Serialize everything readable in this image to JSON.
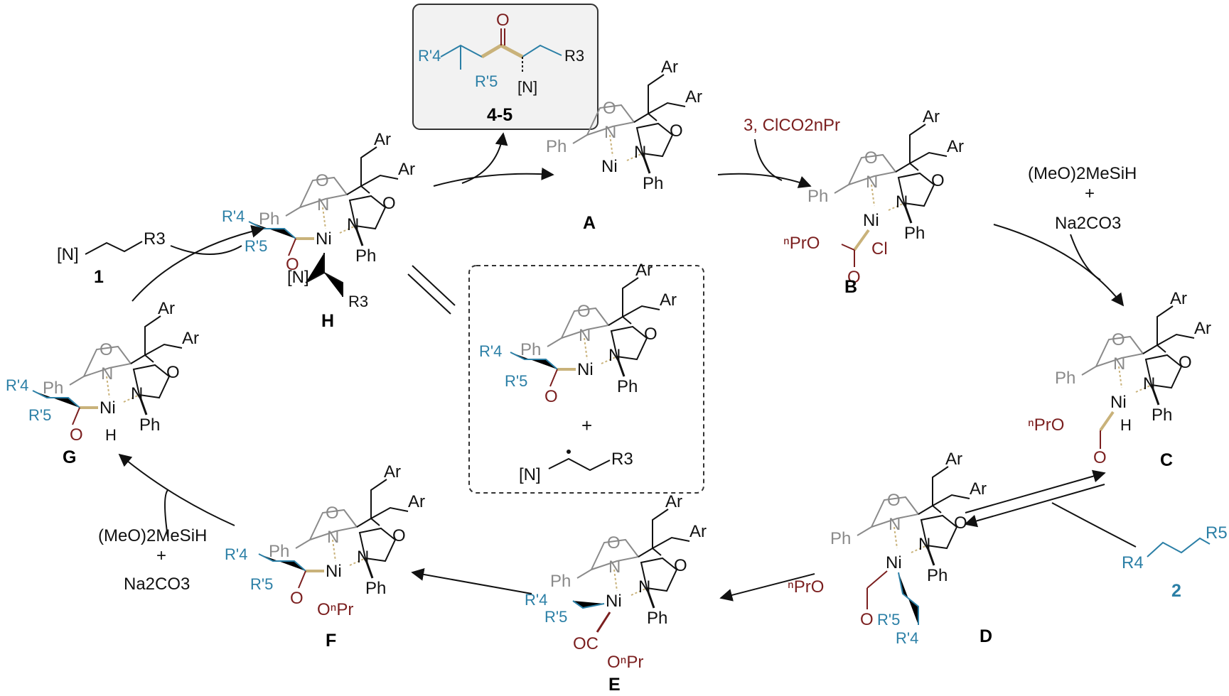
{
  "product": {
    "label": "4-5",
    "r4": "R'4",
    "r5": "R'5",
    "n": "[N]",
    "o": "O",
    "r3": "R3"
  },
  "intermediates": {
    "A": "A",
    "B": "B",
    "C": "C",
    "D": "D",
    "E": "E",
    "F": "F",
    "G": "G",
    "H": "H"
  },
  "reagents": {
    "step_ab": "3, ClCO2nPr",
    "step_bc_silane": "(MeO)2MeSiH",
    "step_bc_plus": "+",
    "step_bc_base": "Na2CO3",
    "step_fg_silane": "(MeO)2MeSiH",
    "step_fg_plus": "+",
    "step_fg_base": "Na2CO3",
    "alkene_2_label": "2",
    "alkene_2_r4": "R4",
    "alkene_2_r5": "R5",
    "enamide_1_label": "1",
    "enamide_1_n": "[N]",
    "enamide_1_r3": "R3"
  },
  "center_box": {
    "plus": "+",
    "radical_n": "[N]",
    "radical_r3": "R3"
  },
  "atoms": {
    "ni": "Ni",
    "ph": "Ph",
    "ar": "Ar",
    "n": "N",
    "o": "O",
    "h": "H",
    "cl": "Cl",
    "oc": "OC",
    "oPr": "OnPr",
    "nPrO": "nPrO",
    "r4p": "R'4",
    "r5p": "R'5"
  },
  "colors": {
    "acyl": "#7b1f1f",
    "alkyl": "#2b7fa6",
    "highlight": "#c9b27a",
    "gray": "#8a8a8a",
    "black": "#111111"
  }
}
